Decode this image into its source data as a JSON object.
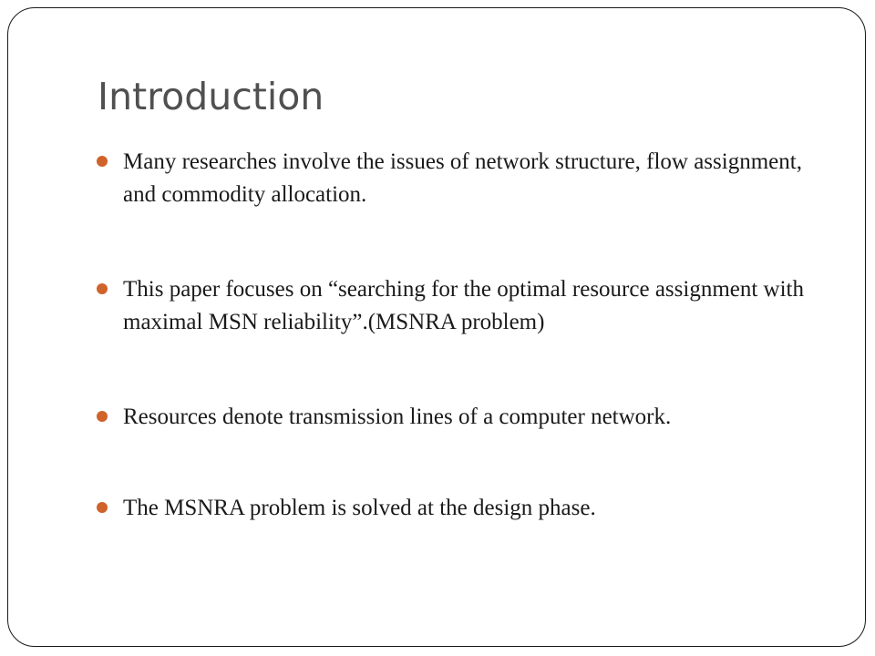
{
  "slide": {
    "title": "Introduction",
    "bullet_color": "#d0632a",
    "bullets": [
      "Many researches involve the issues of network structure, flow assignment, and commodity allocation.",
      "This paper focuses on “searching for the optimal resource assignment with maximal MSN reliability”.(MSNRA problem)",
      "Resources denote transmission lines of a computer network.",
      "The MSNRA problem is solved at the design phase."
    ]
  }
}
